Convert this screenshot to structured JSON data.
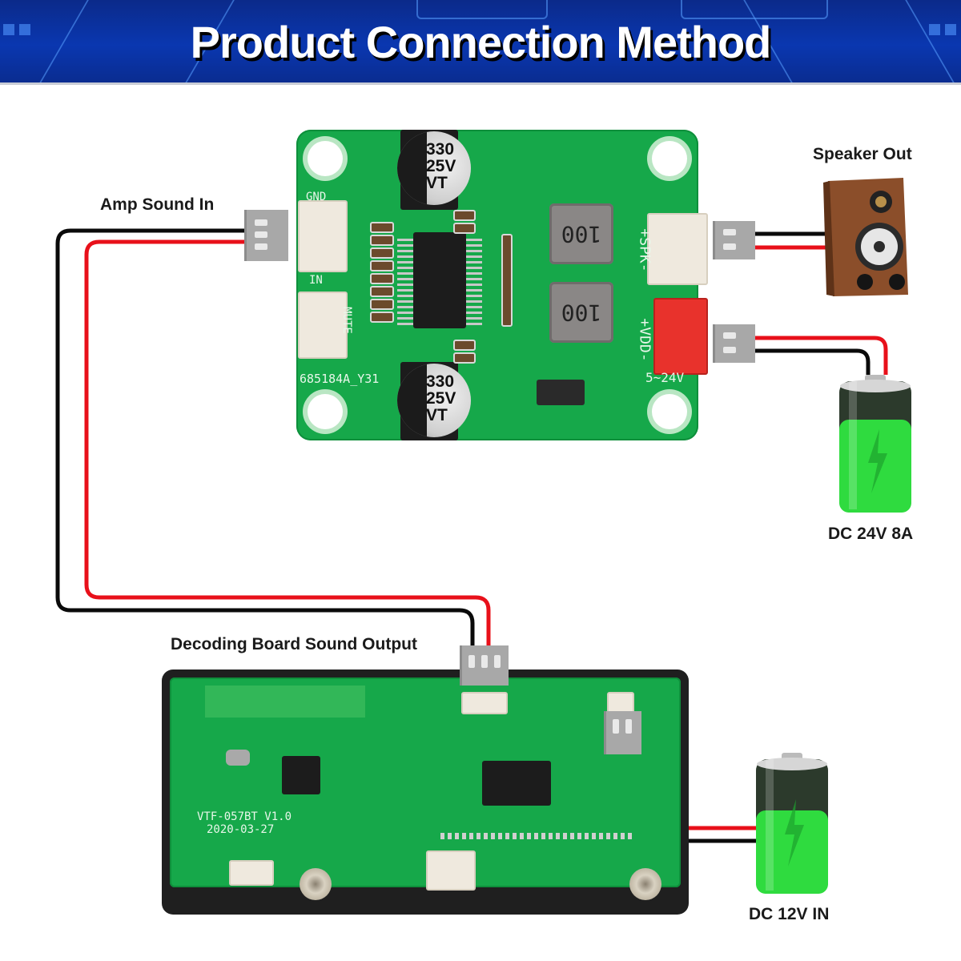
{
  "title": "Product Connection Method",
  "labels": {
    "amp_sound_in": "Amp Sound In",
    "speaker_out": "Speaker Out",
    "dc_24v": "DC 24V 8A",
    "decoding_output": "Decoding Board Sound Output",
    "dc_12v": "DC 12V IN"
  },
  "amp_board": {
    "capacitor_top": [
      "330",
      "25V",
      "VT"
    ],
    "capacitor_bottom": [
      "330",
      "25V",
      "VT"
    ],
    "inductor_label": "100",
    "silk_gnd": "GND",
    "silk_in": "IN",
    "silk_mute": "MUTE",
    "silk_spk": "+SPK-",
    "silk_vdd": "+VDD-",
    "silk_voltage": "5~24V",
    "silk_part": "685184A_Y31"
  },
  "decoder_board": {
    "model": "VTF-057BT  V1.0",
    "date": "2020-03-27"
  },
  "colors": {
    "banner": "#0a37b0",
    "pcb": "#16a84a",
    "wire_red": "#e8101a",
    "wire_black": "#0a0a0a",
    "battery_fill": "#34e34a"
  }
}
